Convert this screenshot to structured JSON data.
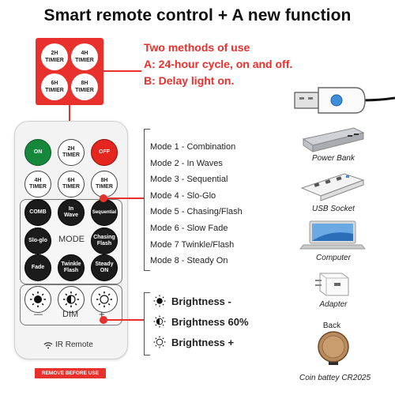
{
  "title": "Smart remote control + A new function",
  "timer_box": {
    "buttons": [
      {
        "line1": "2H",
        "line2": "TIMIER"
      },
      {
        "line1": "4H",
        "line2": "TIMIER"
      },
      {
        "line1": "6H",
        "line2": "TIMIER"
      },
      {
        "line1": "8H",
        "line2": "TIMIER"
      }
    ]
  },
  "methods": {
    "heading": "Two methods of use",
    "a": "A: 24-hour cycle, on and off.",
    "b": "B: Delay light on."
  },
  "remote": {
    "on": "ON",
    "timer2": {
      "line1": "2H",
      "line2": "TIMER"
    },
    "off": "OFF",
    "timer4": {
      "line1": "4H",
      "line2": "TIMER"
    },
    "timer6": {
      "line1": "6H",
      "line2": "TIMER"
    },
    "timer8": {
      "line1": "8H",
      "line2": "TIMER"
    },
    "comb": "COMB",
    "inwave": {
      "line1": "In",
      "line2": "Wave"
    },
    "sequential": "Sequential",
    "sloglo": "Slo-glo",
    "mode": "MODE",
    "chasing": {
      "line1": "Chasing",
      "line2": "Flash"
    },
    "fade": "Fade",
    "twinkle": {
      "line1": "Twinkle",
      "line2": "Flash"
    },
    "steady": {
      "line1": "Steady",
      "line2": "ON"
    },
    "minus": "—",
    "dim": "DIM",
    "plus": "+",
    "ir_label": "IR Remote"
  },
  "remove_label": "REMOVE BEFORE USE",
  "modes": [
    "Mode 1 - Combination",
    "Mode 2 - In Waves",
    "Mode 3 - Sequential",
    "Mode 4 - Slo-Glo",
    "Mode 5 - Chasing/Flash",
    "Mode 6 - Slow Fade",
    "Mode 7  Twinkle/Flash",
    "Mode 8 - Steady On"
  ],
  "brightness": [
    {
      "label": "Brightness -",
      "icon": "brightness-low-icon"
    },
    {
      "label": "Brightness 60%",
      "icon": "brightness-half-icon"
    },
    {
      "label": "Brightness +",
      "icon": "brightness-high-icon"
    }
  ],
  "power": {
    "power_bank": "Power Bank",
    "usb_socket": "USB Socket",
    "computer": "Computer",
    "adapter": "Adapter"
  },
  "battery": {
    "back": "Back",
    "label": "Coin battey CR2025"
  },
  "colors": {
    "accent_red": "#e8302c",
    "on_green": "#16883c",
    "usb_blue": "#3d8fd9"
  }
}
